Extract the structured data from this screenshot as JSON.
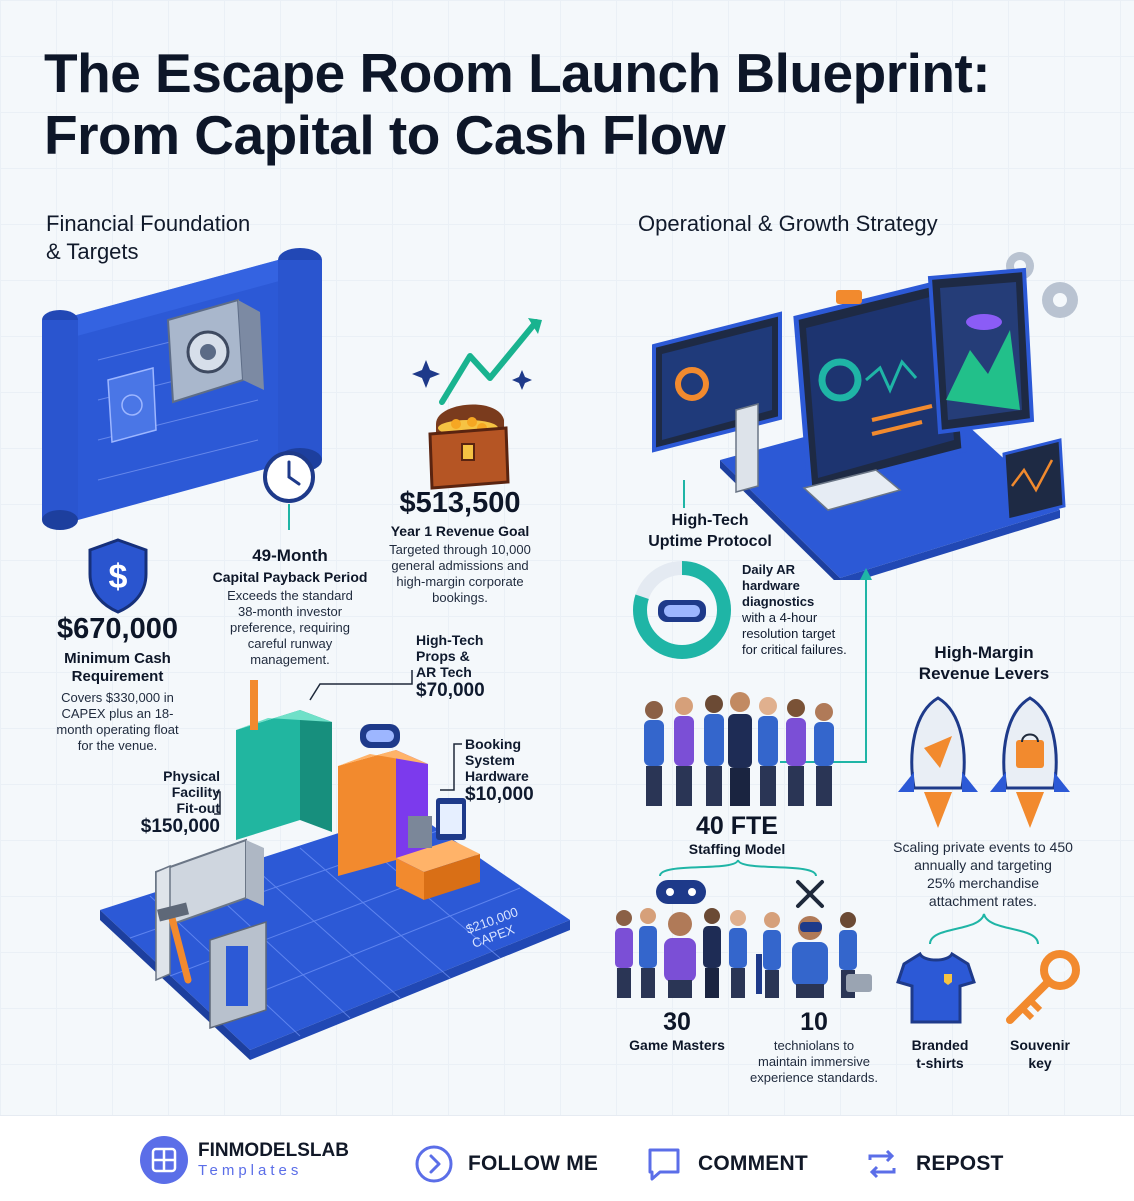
{
  "title": {
    "line1": "The Escape Room Launch Blueprint:",
    "line2": "From Capital to Cash Flow"
  },
  "left": {
    "heading_line1": "Financial Foundation",
    "heading_line2": "& Targets",
    "cash": {
      "value": "$670,000",
      "label_line1": "Minimum Cash",
      "label_line2": "Requirement",
      "desc_line1": "Covers $330,000 in",
      "desc_line2": "CAPEX plus an 18-",
      "desc_line3": "month operating float",
      "desc_line4": "for the venue."
    },
    "payback": {
      "value": "49-Month",
      "label": "Capital Payback Period",
      "desc_line1": "Exceeds the standard",
      "desc_line2": "38-month investor",
      "desc_line3": "preference, requiring",
      "desc_line4": "careful runway",
      "desc_line5": "management."
    },
    "revenue": {
      "value": "$513,500",
      "label": "Year 1 Revenue Goal",
      "desc_line1": "Targeted through 10,000",
      "desc_line2": "general admissions and",
      "desc_line3": "high-margin corporate",
      "desc_line4": "bookings."
    },
    "props": {
      "line1": "High-Tech",
      "line2": "Props &",
      "line3": "AR Tech",
      "value": "$70,000"
    },
    "booking": {
      "line1": "Booking",
      "line2": "System",
      "line3": "Hardware",
      "value": "$10,000"
    },
    "facility": {
      "line1": "Physical",
      "line2": "Facility",
      "line3": "Fit-out",
      "value": "$150,000"
    },
    "floor_text_line1": "$210,000",
    "floor_text_line2": "CAPEX"
  },
  "right": {
    "heading": "Operational & Growth Strategy",
    "uptime": {
      "label_line1": "High-Tech",
      "label_line2": "Uptime Protocol",
      "desc_b1": "Daily AR",
      "desc_b2": "hardware",
      "desc_b3": "diagnostics",
      "desc_line1": "with a 4-hour",
      "desc_line2": "resolution target",
      "desc_line3": "for critical failures.",
      "ring_fraction": 0.8
    },
    "staff": {
      "value": "40 FTE",
      "label": "Staffing Model"
    },
    "game_masters": {
      "value": "30",
      "label": "Game Masters"
    },
    "technicians": {
      "value": "10",
      "desc_line1": "techniolans to",
      "desc_line2": "maintain immersive",
      "desc_line3": "experience standards."
    },
    "levers": {
      "label_line1": "High-Margin",
      "label_line2": "Revenue Levers",
      "desc_line1": "Scaling private events to 450",
      "desc_line2": "annually and targeting",
      "desc_line3": "25% merchandise",
      "desc_line4": "attachment rates."
    },
    "tshirts": {
      "line1": "Branded",
      "line2": "t-shirts"
    },
    "key": {
      "line1": "Souvenir",
      "line2": "key"
    }
  },
  "footer": {
    "brand_line1": "FINMODELSLAB",
    "brand_line2": "Templates",
    "follow": "FOLLOW ME",
    "comment": "COMMENT",
    "repost": "REPOST"
  },
  "colors": {
    "accent_blue": "#2f5bd8",
    "navy": "#1e3a8a",
    "teal": "#1fb5a6",
    "orange": "#f28a2e",
    "purple": "#7c3aed",
    "brand_purple": "#5b6ee8"
  }
}
